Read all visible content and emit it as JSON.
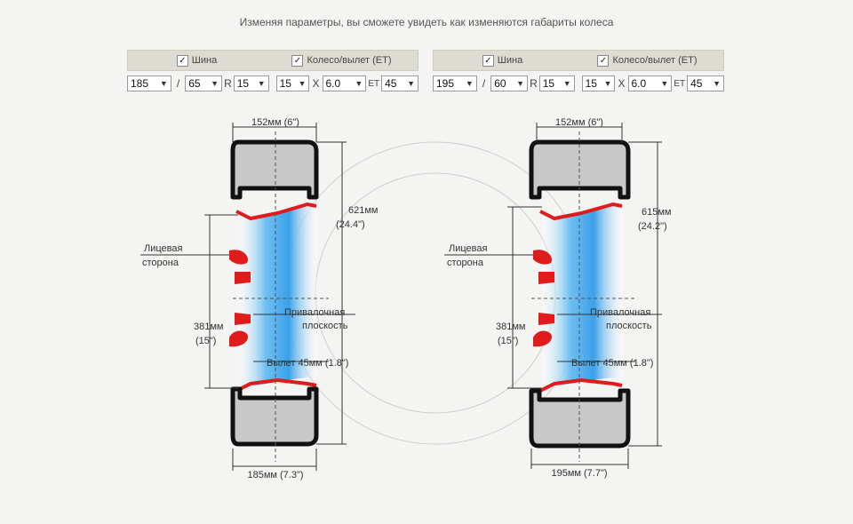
{
  "header": {
    "title": "Изменяя параметры, вы сможете увидеть как изменяются габариты колеса"
  },
  "colors": {
    "tire": "#c8c8c8",
    "tire_outline": "#111111",
    "rim_red": "#e01b1b",
    "rim_blue": "#3aa0e8",
    "background": "#f4f4f2",
    "panel_header": "#dedcd2"
  },
  "panels": [
    {
      "tire_label": "Шина",
      "rim_label": "Колесо/вылет (ET)",
      "tire_checked": true,
      "rim_checked": true,
      "width": "185",
      "sep1": "/",
      "profile": "65",
      "r_label": "R",
      "tire_diameter": "15",
      "rim_diameter": "15",
      "x_label": "X",
      "rim_width": "6.0",
      "et_label": "ET",
      "et": "45"
    },
    {
      "tire_label": "Шина",
      "rim_label": "Колесо/вылет (ET)",
      "tire_checked": true,
      "rim_checked": true,
      "width": "195",
      "sep1": "/",
      "profile": "60",
      "r_label": "R",
      "tire_diameter": "15",
      "rim_diameter": "15",
      "x_label": "X",
      "rim_width": "6.0",
      "et_label": "ET",
      "et": "45"
    }
  ],
  "diagrams": [
    {
      "rim_width_dim": "152мм (6\")",
      "overall_diameter": "621мм",
      "overall_diameter_in": "(24.4\")",
      "face_label_1": "Лицевая",
      "face_label_2": "сторона",
      "mount_label_1": "Привалочная",
      "mount_label_2": "плоскость",
      "rim_diameter_dim": "381мм",
      "rim_diameter_in": "(15\")",
      "offset_dim": "Вылет 45мм (1.8\")",
      "tire_width_dim": "185мм (7.3\")"
    },
    {
      "rim_width_dim": "152мм (6\")",
      "overall_diameter": "615мм",
      "overall_diameter_in": "(24.2\")",
      "face_label_1": "Лицевая",
      "face_label_2": "сторона",
      "mount_label_1": "Привалочная",
      "mount_label_2": "плоскость",
      "rim_diameter_dim": "381мм",
      "rim_diameter_in": "(15\")",
      "offset_dim": "Вылет 45мм (1.8\")",
      "tire_width_dim": "195мм (7.7\")"
    }
  ]
}
